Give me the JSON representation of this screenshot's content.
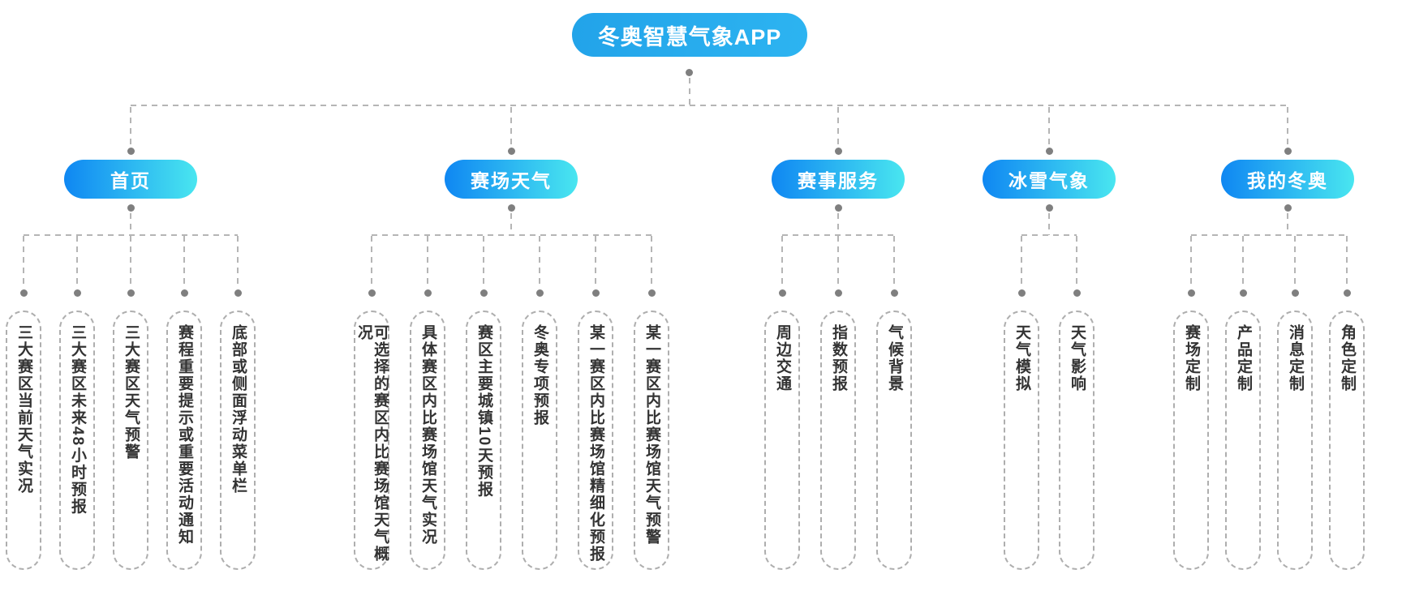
{
  "title": "冬奥智慧气象APP",
  "root": {
    "label": "冬奥智慧气象APP"
  },
  "branches": [
    {
      "label": "首页",
      "children": [
        "三大赛区当前天气实况",
        "三大赛区未来48小时预报",
        "三大赛区天气预警",
        "赛程重要提示或重要活动通知",
        "底部或侧面浮动菜单栏"
      ]
    },
    {
      "label": "赛场天气",
      "children": [
        "可选择的赛区内比赛场馆天气概况",
        "具体赛区内比赛场馆天气实况",
        "赛区主要城镇10天预报",
        "冬奥专项预报",
        "某一赛区内比赛场馆精细化预报",
        "某一赛区内比赛场馆天气预警"
      ]
    },
    {
      "label": "赛事服务",
      "children": [
        "周边交通",
        "指数预报",
        "气候背景"
      ]
    },
    {
      "label": "冰雪气象",
      "children": [
        "天气模拟",
        "天气影响"
      ]
    },
    {
      "label": "我的冬奥",
      "children": [
        "赛场定制",
        "产品定制",
        "消息定制",
        "角色定制"
      ]
    }
  ],
  "colors": {
    "root_pill": "#29a7e8",
    "branch_gradient_start": "#0f87f2",
    "branch_gradient_end": "#49e6f0",
    "connector": "#b5b5b5",
    "dot": "#7f7f7f",
    "leaf_border": "#aeaeae",
    "leaf_text": "#333333"
  }
}
